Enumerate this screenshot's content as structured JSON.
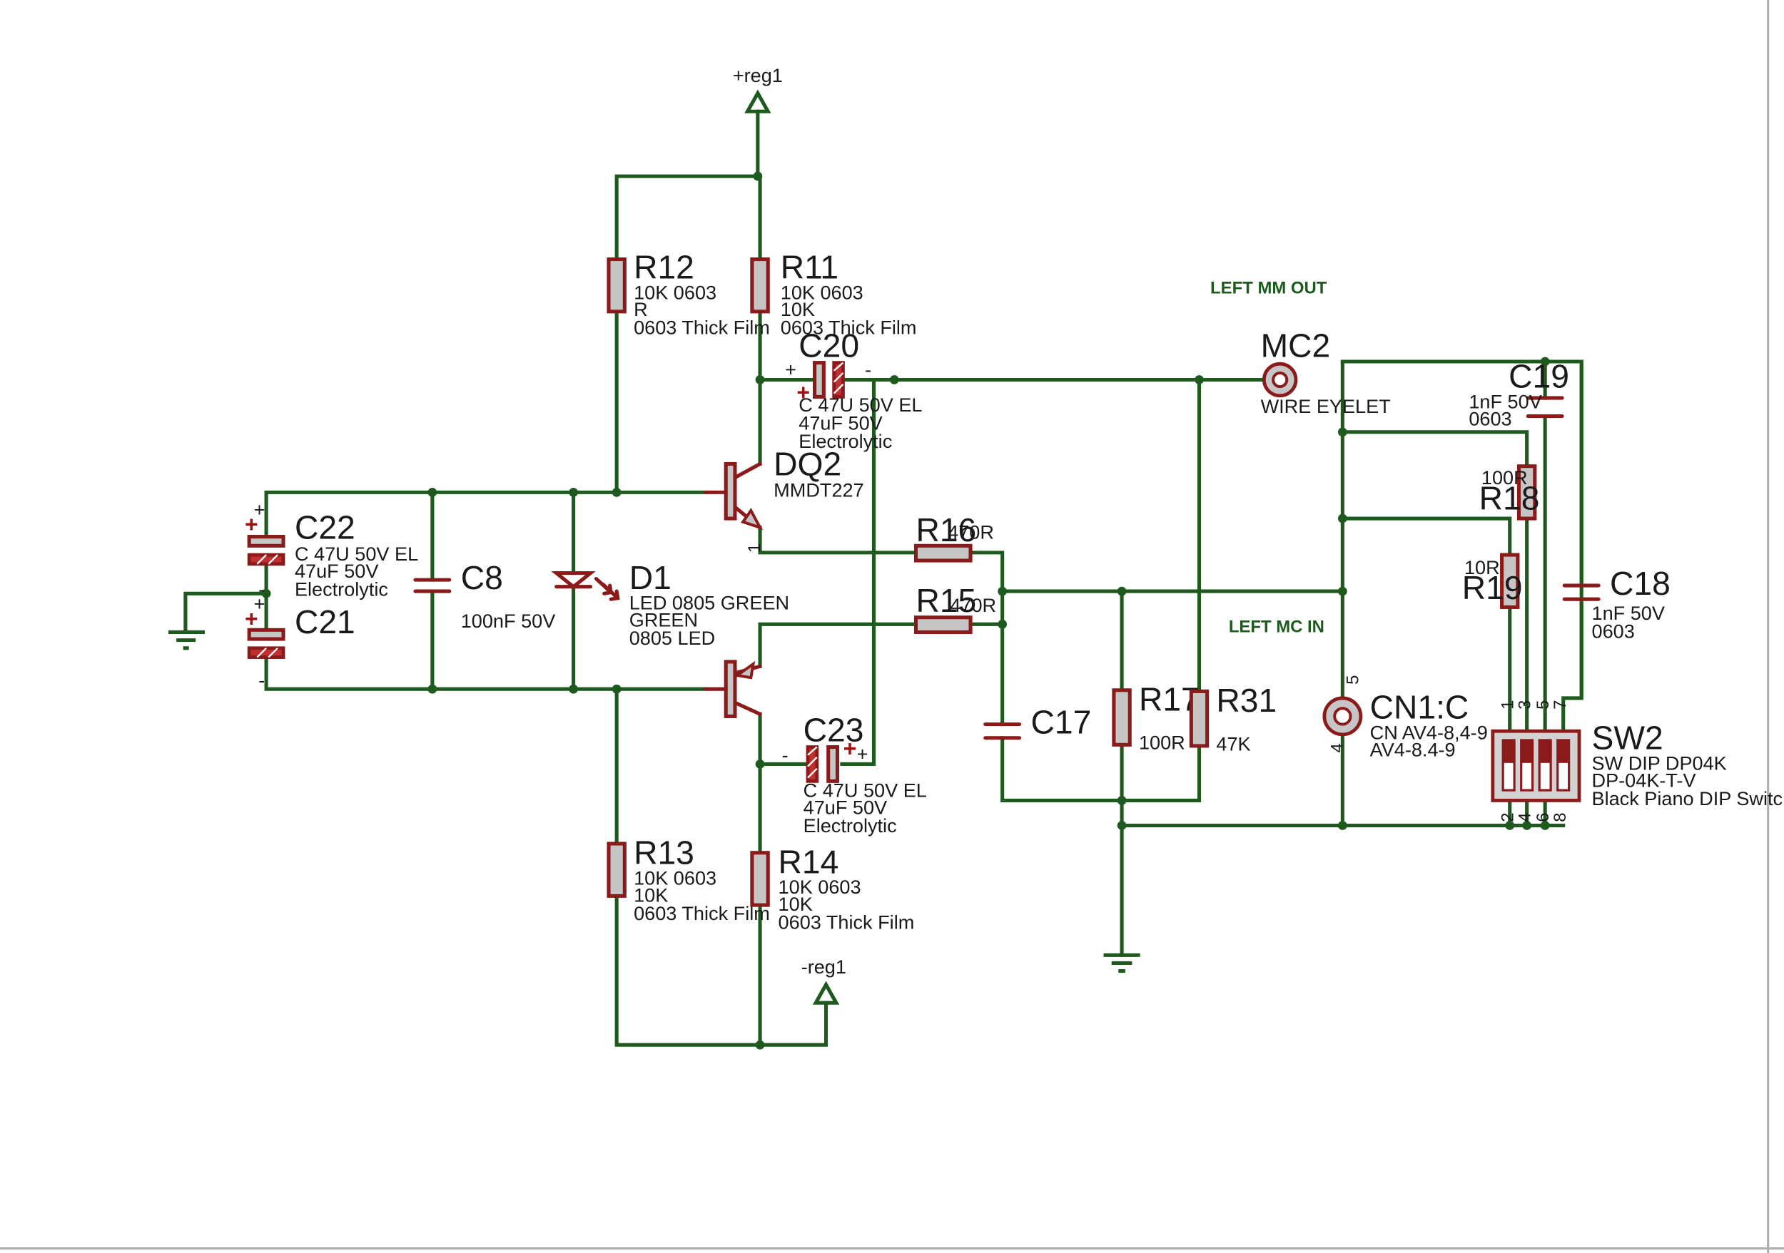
{
  "schematic": {
    "power": {
      "pos_rail": "+reg1",
      "neg_rail": "-reg1"
    },
    "nets": {
      "mm_out": "LEFT MM OUT",
      "mc_in": "LEFT MC IN"
    },
    "colors": {
      "wire": "#1e5a1e",
      "component": "#8b1a1a",
      "component_fill": "#c6c6c6"
    },
    "components": {
      "R12": {
        "ref": "R12",
        "l1": "10K 0603",
        "l2": "R",
        "l3": "0603 Thick Film"
      },
      "R11": {
        "ref": "R11",
        "l1": "10K 0603",
        "l2": "10K",
        "l3": "0603 Thick Film"
      },
      "C20": {
        "ref": "C20",
        "l1": "C 47U 50V EL",
        "l2": "47uF 50V",
        "l3": "Electrolytic"
      },
      "DQ2": {
        "ref": "DQ2",
        "l1": "MMDT227"
      },
      "C22": {
        "ref": "C22",
        "l1": "C 47U 50V EL",
        "l2": "47uF 50V",
        "l3": "Electrolytic"
      },
      "C21": {
        "ref": "C21"
      },
      "C8": {
        "ref": "C8",
        "l1": "100nF 50V"
      },
      "D1": {
        "ref": "D1",
        "l1": "LED 0805 GREEN",
        "l2": "GREEN",
        "l3": "0805 LED"
      },
      "R16": {
        "ref": "R16",
        "l1": "470R"
      },
      "R15": {
        "ref": "R15",
        "l1": "470R"
      },
      "C23": {
        "ref": "C23",
        "l1": "C 47U 50V EL",
        "l2": "47uF 50V",
        "l3": "Electrolytic"
      },
      "R13": {
        "ref": "R13",
        "l1": "10K 0603",
        "l2": "10K",
        "l3": "0603 Thick Film"
      },
      "R14": {
        "ref": "R14",
        "l1": "10K 0603",
        "l2": "10K",
        "l3": "0603 Thick Film"
      },
      "C17": {
        "ref": "C17"
      },
      "R17": {
        "ref": "R17",
        "l1": "100R"
      },
      "R31": {
        "ref": "R31",
        "l1": "47K"
      },
      "MC2": {
        "ref": "MC2",
        "l1": "WIRE EYELET"
      },
      "C19": {
        "ref": "C19",
        "l1": "1nF 50V",
        "l2": "0603"
      },
      "R18": {
        "ref": "R18",
        "l1": "100R"
      },
      "R19": {
        "ref": "R19",
        "l1": "10R"
      },
      "C18": {
        "ref": "C18",
        "l1": "1nF 50V",
        "l2": "0603"
      },
      "CN1": {
        "ref": "CN1:C",
        "l1": "CN AV4-8,4-9",
        "l2": "AV4-8.4-9"
      },
      "SW2": {
        "ref": "SW2",
        "l1": "SW DIP DP04K",
        "l2": "DP-04K-T-V",
        "l3": "Black Piano DIP Switch"
      }
    },
    "pins": {
      "dq2_pin": "1",
      "cn1_top": "5",
      "cn1_bottom": "4",
      "sw2_top": [
        "1",
        "3",
        "5",
        "7"
      ],
      "sw2_bottom": [
        "2",
        "4",
        "6",
        "8"
      ]
    },
    "polarity": {
      "plus": "+",
      "minus": "-"
    }
  }
}
